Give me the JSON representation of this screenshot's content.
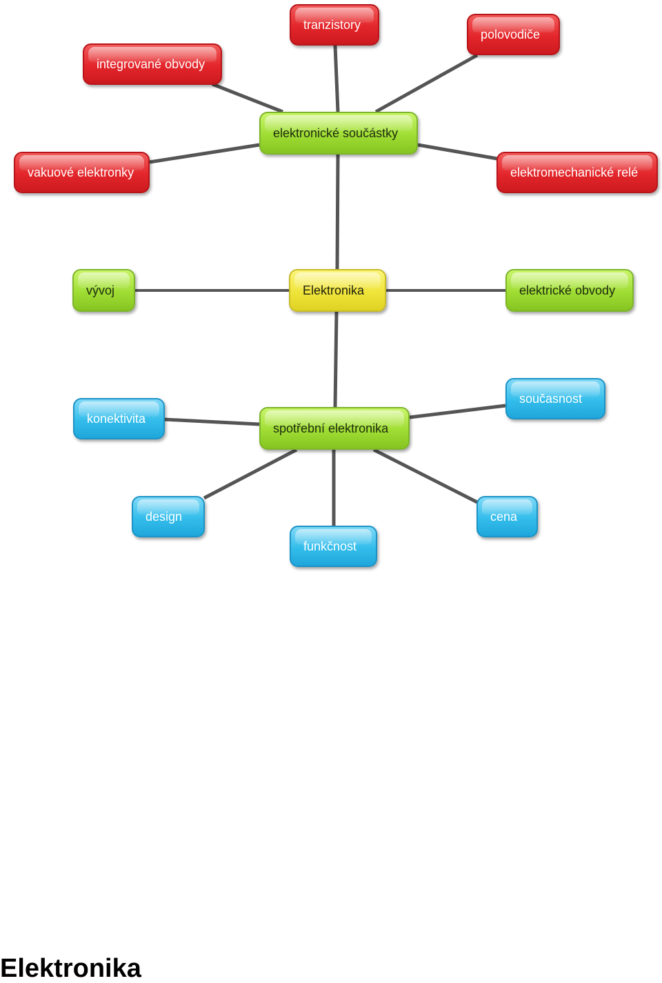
{
  "diagram": {
    "center": {
      "label": "Elektronika"
    },
    "branches": {
      "soucastky": {
        "label": "elektronické součástky"
      },
      "vyvoj": {
        "label": "vývoj"
      },
      "obvody": {
        "label": "elektrické obvody"
      },
      "spotrebni": {
        "label": "spotřební elektronika"
      }
    },
    "soucastky_children": {
      "tranzistory": {
        "label": "tranzistory"
      },
      "polovodice": {
        "label": "polovodiče"
      },
      "integrovane": {
        "label": "integrované obvody"
      },
      "vakuove": {
        "label": "vakuové elektronky"
      },
      "rele": {
        "label": "elektromechanické relé"
      }
    },
    "spotrebni_children": {
      "konektivita": {
        "label": "konektivita"
      },
      "soucasnost": {
        "label": "současnost"
      },
      "design": {
        "label": "design"
      },
      "funkcnost": {
        "label": "funkčnost"
      },
      "cena": {
        "label": "cena"
      }
    },
    "colors": {
      "connector": "#555555",
      "red_node": "#e3262b",
      "green_node": "#9fdd34",
      "yellow_node": "#efe43a",
      "blue_node": "#33bdeb"
    }
  },
  "page": {
    "title": "Elektronika"
  }
}
